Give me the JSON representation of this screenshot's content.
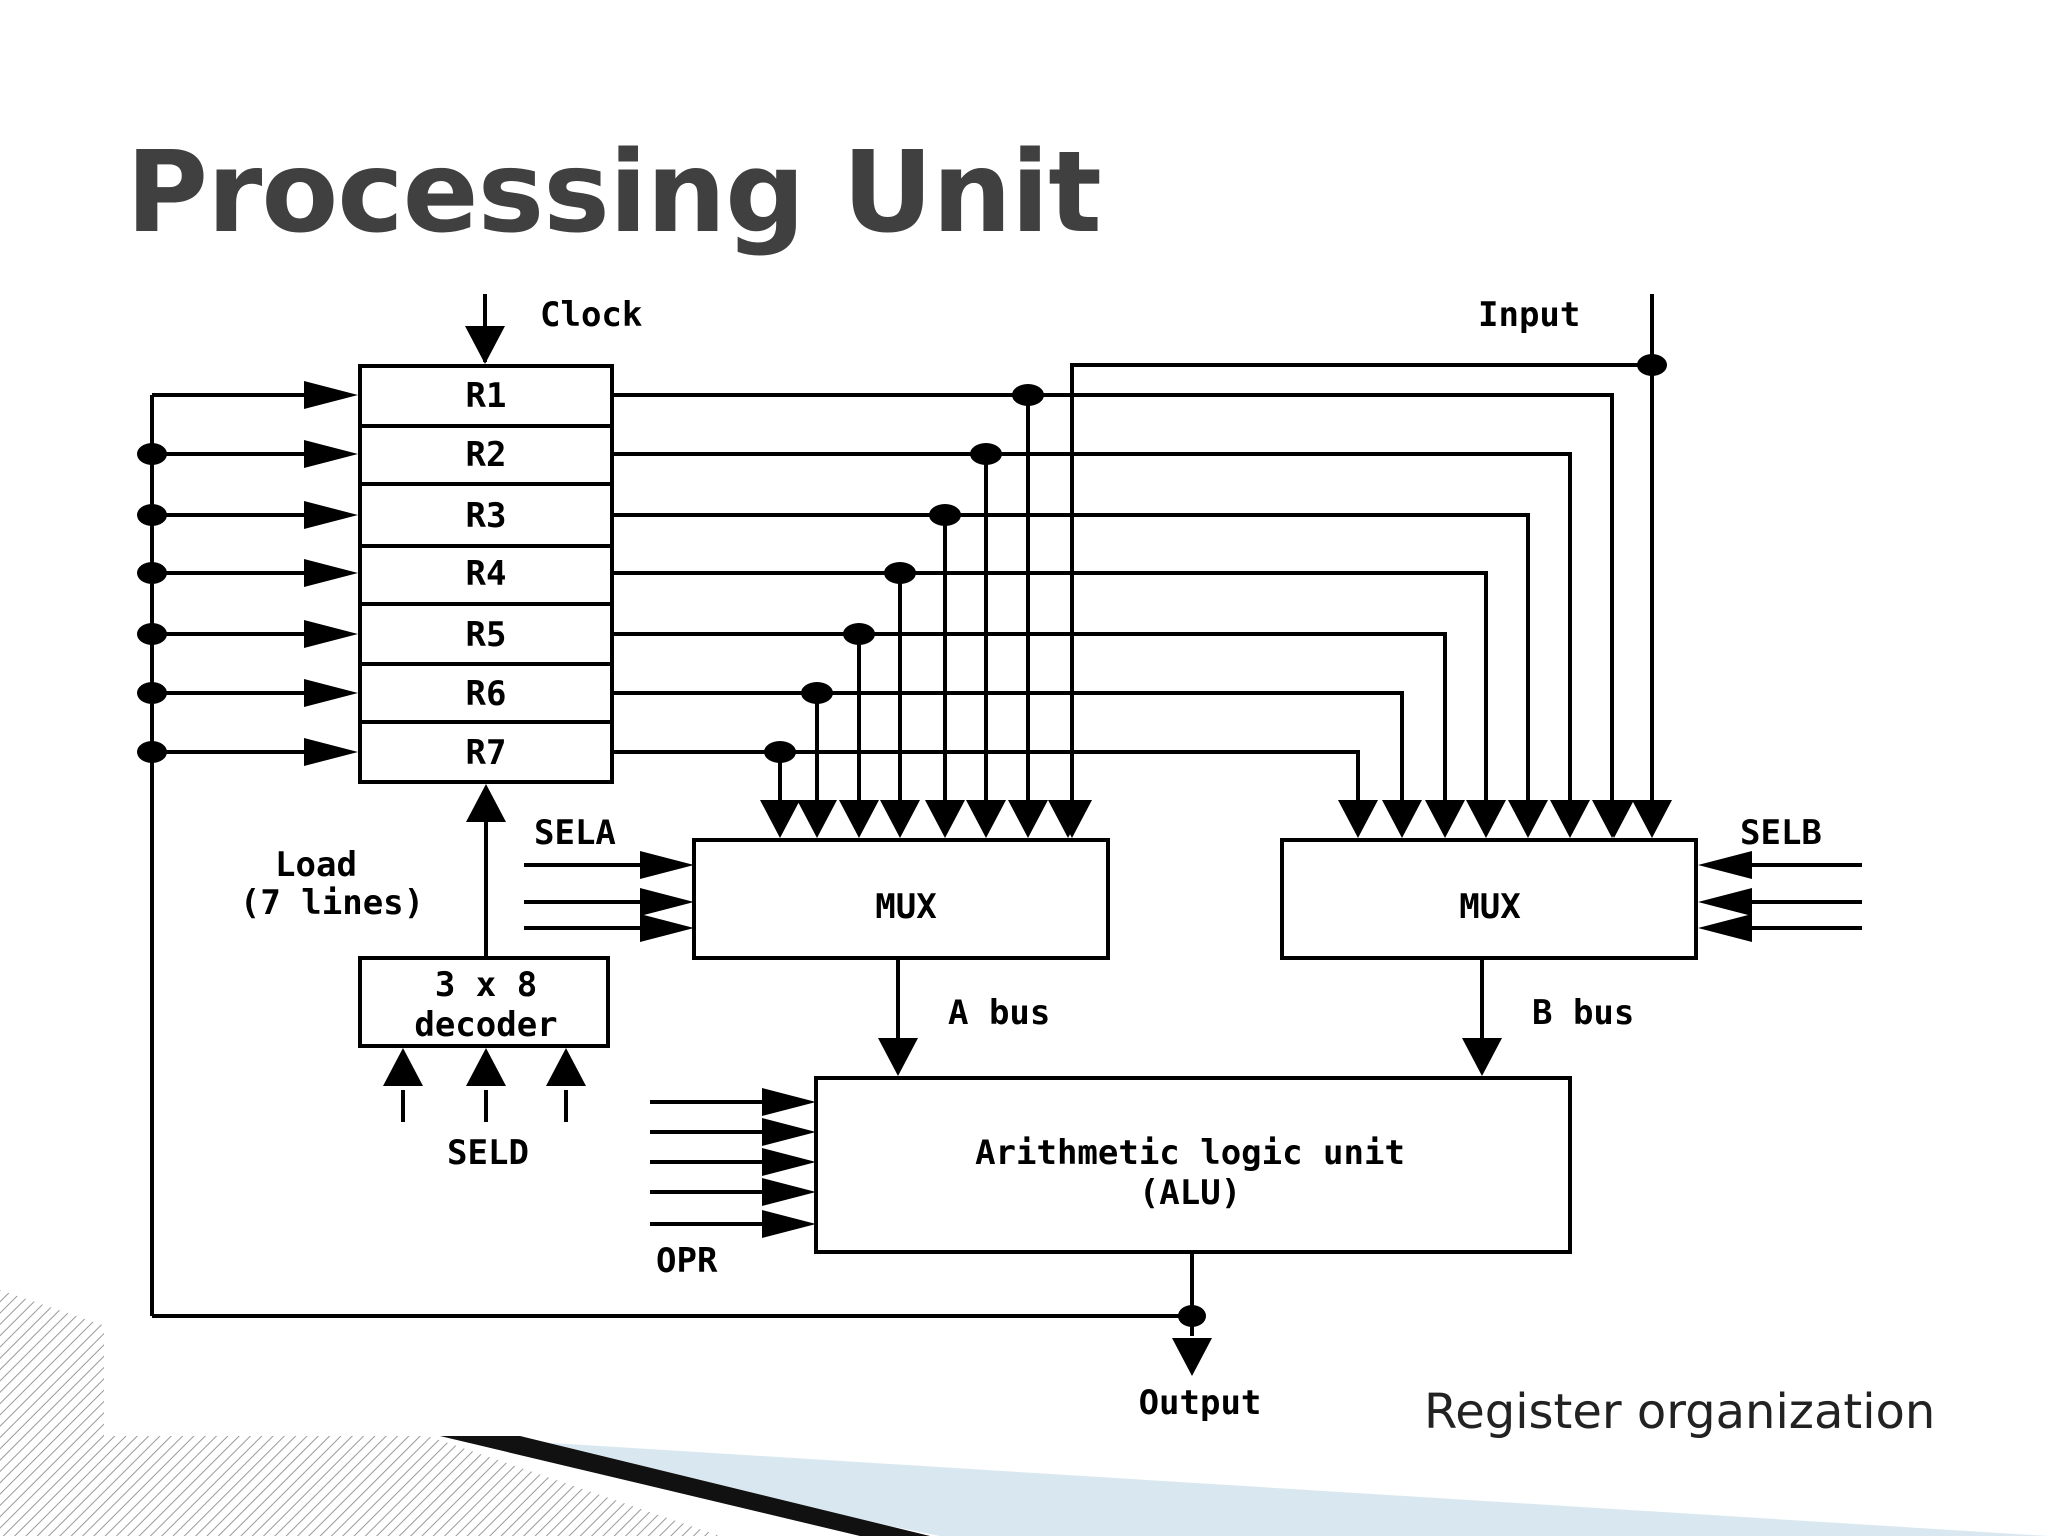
{
  "slide": {
    "title": "Processing Unit",
    "caption": "Register organization"
  },
  "diagram": {
    "registers": [
      "R1",
      "R2",
      "R3",
      "R4",
      "R5",
      "R6",
      "R7"
    ],
    "clock_label": "Clock",
    "input_label": "Input",
    "sela_label": "SELA",
    "selb_label": "SELB",
    "mux_a_label": "MUX",
    "mux_b_label": "MUX",
    "a_bus_label": "A bus",
    "b_bus_label": "B bus",
    "load_label_line1": "Load",
    "load_label_line2": "(7 lines)",
    "decoder_line1": "3 x 8",
    "decoder_line2": "decoder",
    "seld_label": "SELD",
    "alu_line1": "Arithmetic logic unit",
    "alu_line2": "(ALU)",
    "opr_label": "OPR",
    "output_label": "Output"
  },
  "colors": {
    "title": "#404040",
    "line": "#000000",
    "deco_light": "#d9e8f0",
    "deco_dark": "#111111"
  }
}
